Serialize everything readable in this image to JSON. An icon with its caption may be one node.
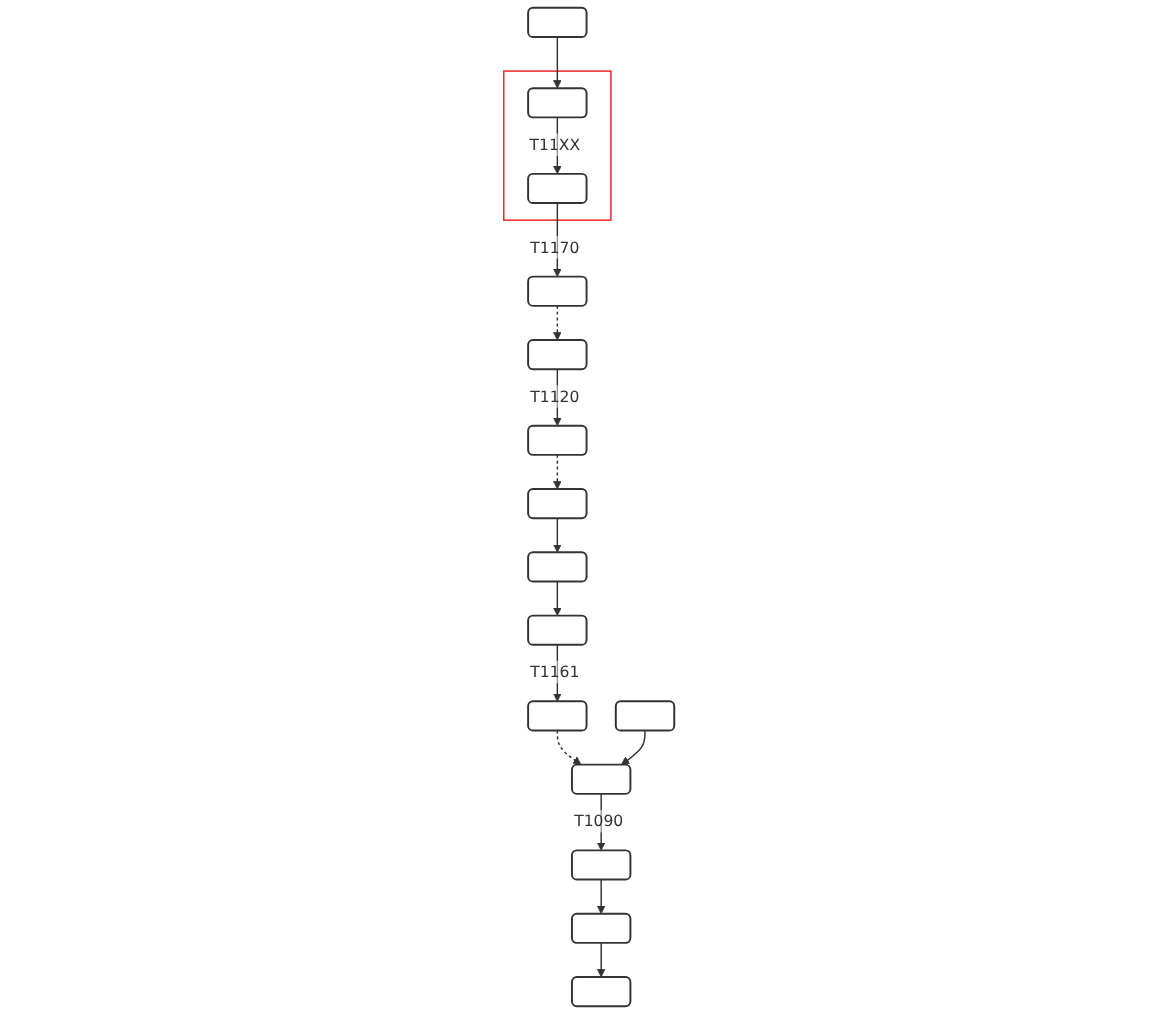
{
  "diagram": {
    "nodes": [
      {
        "text": [],
        "shape": "box"
      },
      {
        "text": [],
        "shape": "box"
      },
      {
        "text": [],
        "shape": "box",
        "in": 1
      },
      {
        "text": [],
        "shape": "box",
        "in": 1
      },
      {
        "text": [],
        "shape": "box"
      },
      {
        "text": [],
        "shape": "box"
      },
      {
        "text": [],
        "shape": "box"
      },
      {
        "text": [],
        "shape": "box"
      },
      {
        "text": [],
        "shape": "box"
      },
      {
        "text": [],
        "shape": "box"
      },
      {
        "text": [],
        "shape": "box"
      },
      {
        "text": [],
        "shape": "box"
      },
      {
        "text": [],
        "shape": "box"
      },
      {
        "text": [],
        "shape": "box"
      },
      {
        "text": [],
        "shape": "box"
      },
      {
        "text": [],
        "shape": "box"
      }
    ],
    "edges": [
      {
        "from": 0,
        "to": 2,
        "arrow": "to"
      },
      {
        "from": 2,
        "to": 3,
        "arrow": "to",
        "label": "T11XX"
      },
      {
        "from": 3,
        "to": 4,
        "arrow": "to",
        "label": "T1170"
      },
      {
        "from": 4,
        "to": 5,
        "arrow": "to",
        "style": "dashed"
      },
      {
        "from": 5,
        "to": 6,
        "arrow": "to",
        "label": "T1120"
      },
      {
        "from": 6,
        "to": 7,
        "arrow": "to",
        "style": "dashed"
      },
      {
        "from": 7,
        "to": 8,
        "arrow": "to"
      },
      {
        "from": 8,
        "to": 9,
        "arrow": "to"
      },
      {
        "from": 9,
        "to": 10,
        "arrow": "to",
        "label": "T1161"
      },
      {
        "from": 10,
        "to": 12,
        "arrow": "to",
        "style": "dashed"
      },
      {
        "from": 11,
        "to": 12,
        "arrow": "to"
      },
      {
        "from": 12,
        "to": 13,
        "arrow": "to",
        "label": "T1090"
      },
      {
        "from": 13,
        "to": 14,
        "arrow": "to"
      },
      {
        "from": 14,
        "to": 15,
        "arrow": "to"
      }
    ]
  }
}
